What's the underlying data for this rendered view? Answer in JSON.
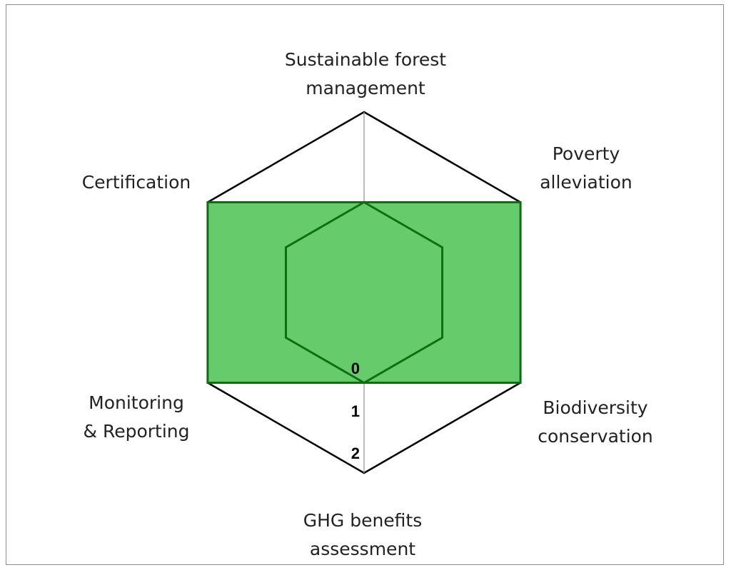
{
  "chart_data": {
    "type": "radar",
    "title": "",
    "categories": [
      [
        "Sustainable forest",
        "management"
      ],
      [
        "Poverty",
        "alleviation"
      ],
      [
        "Biodiversity",
        "conservation"
      ],
      [
        "GHG benefits",
        "assessment"
      ],
      [
        "Monitoring",
        "& Reporting"
      ],
      [
        "Certification"
      ]
    ],
    "series": [
      {
        "values": [
          1,
          2,
          2,
          1,
          2,
          2
        ]
      }
    ],
    "axis": {
      "range": [
        0,
        2
      ],
      "ticks": [
        "0",
        "1",
        "2"
      ]
    },
    "legend": "none",
    "grid": true,
    "colors": {
      "fill": "#66cc6b",
      "series_line": "#0f6e12",
      "outer_grid": "#000000",
      "spoke": "#999999",
      "frame": "#8c8c8c"
    }
  }
}
